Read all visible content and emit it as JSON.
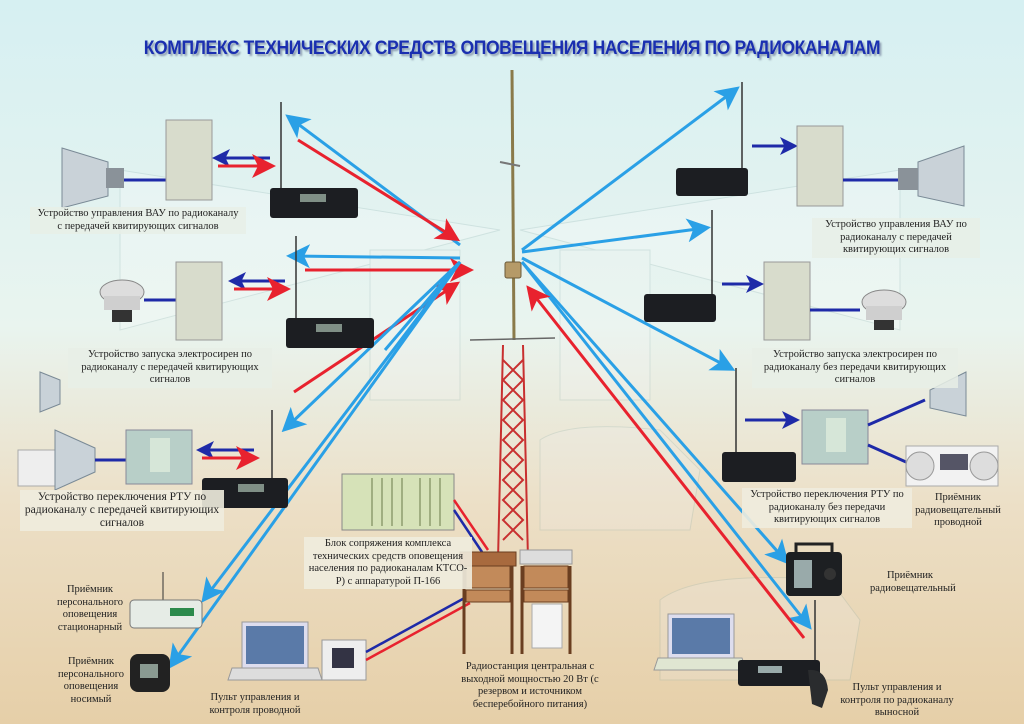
{
  "title": "КОМПЛЕКС ТЕХНИЧЕСКИХ СРЕДСТВ ОПОВЕЩЕНИЯ НАСЕЛЕНИЯ ПО РАДИОКАНАЛАМ",
  "colors": {
    "title": "#1a2fb0",
    "signal_in": "#2aa0e6",
    "signal_out": "#e8222e",
    "wire": "#1e2aa8",
    "sky": "#dff2f2",
    "ground": "#ead8b8"
  },
  "nodes": {
    "left_vau": {
      "label": "Устройство управления ВАУ по радиоканалу с передачей квитирующих сигналов",
      "icons": [
        "horn-speaker-icon",
        "control-cabinet-icon",
        "radio-transceiver-icon"
      ]
    },
    "left_sirens": {
      "label": "Устройство запуска электросирен по радиоканалу с передачей квитирующих сигналов",
      "icons": [
        "electric-siren-icon",
        "control-cabinet-icon",
        "radio-transceiver-icon"
      ]
    },
    "left_rtu": {
      "label": "Устройство переключения РТУ по радиоканалу с передачей квитирующих сигналов",
      "icons": [
        "horn-speaker-icon",
        "switch-cabinet-icon",
        "radio-transceiver-icon"
      ]
    },
    "pager_stationary": {
      "label": "Приёмник персонального оповещения стационарный",
      "icons": [
        "stationary-receiver-icon"
      ]
    },
    "pager_wearable": {
      "label": "Приёмник персонального оповещения носимый",
      "icons": [
        "wearable-receiver-icon"
      ]
    },
    "wired_console": {
      "label": "Пульт управления и контроля проводной",
      "icons": [
        "laptop-icon",
        "control-panel-icon"
      ]
    },
    "interface_block": {
      "label": "Блок сопряжения комплекса технических средств оповещения населения по радиоканалам КТСО-Р) с аппаратурой П-166",
      "icons": [
        "rack-unit-icon"
      ]
    },
    "central_station": {
      "label": "Радиостанция центральная с выходной мощностью 20 Вт (с резервом и источником бесперебойного питания)",
      "icons": [
        "radio-station-rack-icon",
        "antenna-mast-icon"
      ]
    },
    "right_vau": {
      "label": "Устройство управления ВАУ по радиоканалу с передачей квитирующих сигналов",
      "icons": [
        "radio-receiver-icon",
        "control-cabinet-icon",
        "horn-speaker-icon"
      ]
    },
    "right_sirens": {
      "label": "Устройство запуска электросирен по радиоканалу без передачи квитирующих сигналов",
      "icons": [
        "radio-receiver-icon",
        "control-cabinet-icon",
        "electric-siren-icon"
      ]
    },
    "right_rtu": {
      "label": "Устройство переключения РТУ по радиоканалу без передачи квитирующих сигналов",
      "icons": [
        "radio-receiver-icon",
        "switch-cabinet-icon",
        "horn-speaker-icon"
      ]
    },
    "wired_broadcast": {
      "label": "Приёмник радиовещательный проводной",
      "icons": [
        "wired-radio-icon"
      ]
    },
    "broadcast_receiver": {
      "label": "Приёмник радиовещательный",
      "icons": [
        "portable-radio-icon"
      ]
    },
    "remote_console": {
      "label": "Пульт управления и контроля по радиоканалу выносной",
      "icons": [
        "laptop-icon",
        "mobile-radio-icon"
      ]
    }
  }
}
